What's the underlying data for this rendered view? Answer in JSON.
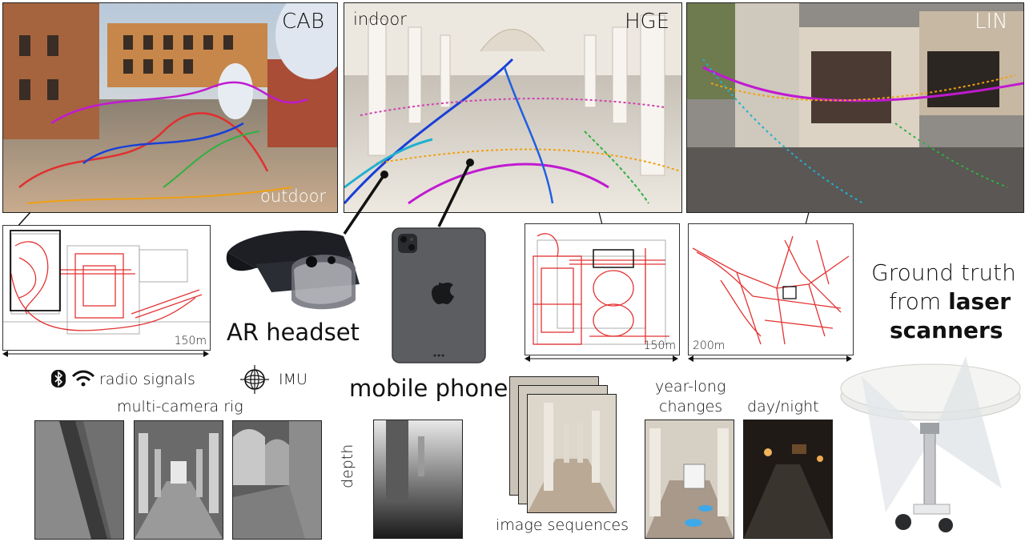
{
  "sites": [
    {
      "name": "CAB",
      "tag": "outdoor"
    },
    {
      "name": "HGE",
      "tag": "indoor"
    },
    {
      "name": "LIN",
      "tag": ""
    }
  ],
  "maps": {
    "cab_scale": "150m",
    "hge_scale": "150m",
    "lin_scale": "200m"
  },
  "devices": {
    "headset_label": "AR headset",
    "phone_label": "mobile phone"
  },
  "sensors": {
    "radio": "radio signals",
    "imu": "IMU",
    "rig": "multi-camera rig",
    "depth": "depth",
    "sequences": "image sequences",
    "changes_line1": "year-long",
    "changes_line2": "changes",
    "daynight": "day/night"
  },
  "ground_truth": {
    "line1": "Ground truth",
    "line2_prefix": "from ",
    "line2_bold": "laser",
    "line3_bold": "scanners"
  },
  "colors": {
    "trajectory_red": "#e01010",
    "trajectory_blue": "#1a3fd8",
    "trajectory_magenta": "#c01ad0",
    "trajectory_orange": "#f0a010",
    "trajectory_green": "#30b040"
  }
}
